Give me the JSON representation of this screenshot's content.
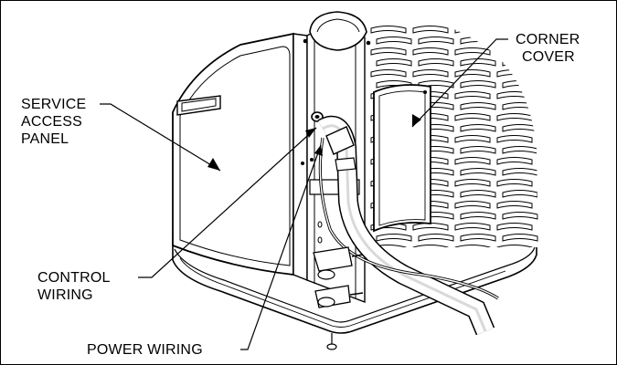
{
  "callouts": {
    "service_access_panel": [
      "SERVICE",
      "ACCESS",
      "PANEL"
    ],
    "corner_cover": [
      "CORNER",
      "COVER"
    ],
    "control_wiring": [
      "CONTROL",
      "WIRING"
    ],
    "power_wiring": "POWER WIRING"
  },
  "colors": {
    "line": "#000000",
    "background": "#ffffff",
    "shade": "#d9d9d9"
  }
}
